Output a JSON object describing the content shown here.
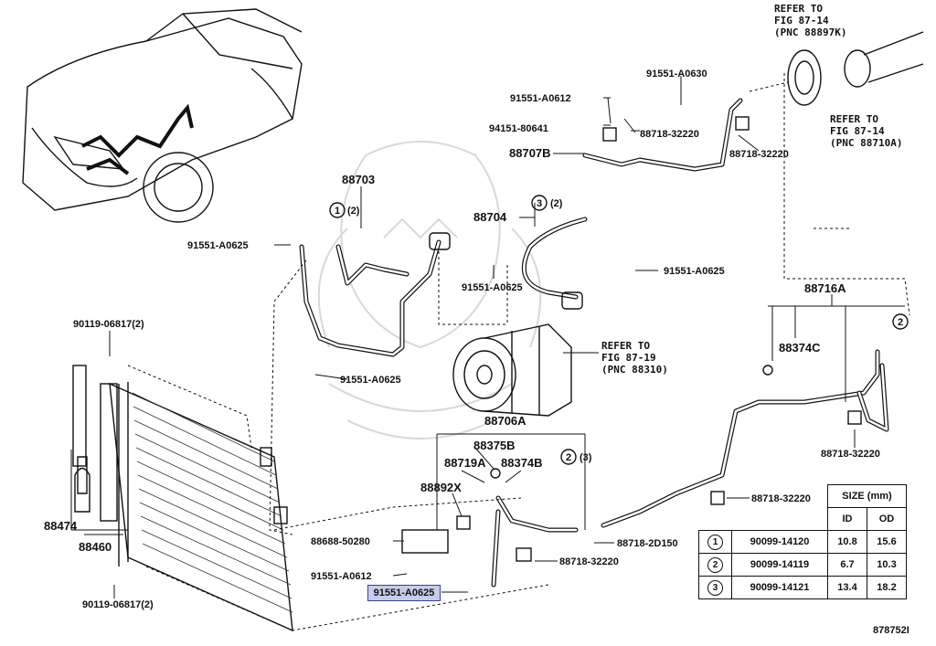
{
  "labels": {
    "l_88703": "88703",
    "l_88704": "88704",
    "l_88707B": "88707B",
    "l_88716A": "88716A",
    "l_88374C": "88374C",
    "l_88706A": "88706A",
    "l_88375B": "88375B",
    "l_88719A": "88719A",
    "l_88374B": "88374B",
    "l_88892X": "88892X",
    "l_88474": "88474",
    "l_88460": "88460",
    "l_90119_top": "90119-06817(2)",
    "l_90119_bottom": "90119-06817(2)",
    "l_91551_A0625_a": "91551-A0625",
    "l_91551_A0625_b": "91551-A0625",
    "l_91551_A0625_c": "91551-A0625",
    "l_91551_A0625_d": "91551-A0625",
    "l_91551_A0612_a": "91551-A0612",
    "l_91551_A0612_b": "91551-A0612",
    "l_91551_A0630": "91551-A0630",
    "l_94151_80641": "94151-80641",
    "l_88718_32220_a": "88718-32220",
    "l_88718_32220_b": "88718-32220",
    "l_88718_32220_c": "88718-32220",
    "l_88718_32220_d": "88718-32220",
    "l_88718_32220_e": "88718-32220",
    "l_88718_2D150": "88718-2D150",
    "l_88688_50280": "88688-50280",
    "highlighted": "91551-A0625",
    "marker_1": "1",
    "marker_2": "2",
    "marker_3": "3",
    "qty_2": "(2)",
    "qty_3": "(3)"
  },
  "refers": {
    "r1_line1": "REFER TO",
    "r1_line2": "FIG 87-14",
    "r1_line3": "(PNC 88897K)",
    "r2_line1": "REFER TO",
    "r2_line2": "FIG 87-14",
    "r2_line3": "(PNC 88710A)",
    "r3_line1": "REFER TO",
    "r3_line2": "FIG 87-19",
    "r3_line3": "(PNC 88310)"
  },
  "size_table": {
    "header": "SIZE (mm)",
    "col_id": "ID",
    "col_od": "OD",
    "rows": [
      {
        "marker": "1",
        "part": "90099-14120",
        "id": "10.8",
        "od": "15.6"
      },
      {
        "marker": "2",
        "part": "90099-14119",
        "id": "6.7",
        "od": "10.3"
      },
      {
        "marker": "3",
        "part": "90099-14121",
        "id": "13.4",
        "od": "18.2"
      }
    ]
  },
  "figure_number": "878752I"
}
